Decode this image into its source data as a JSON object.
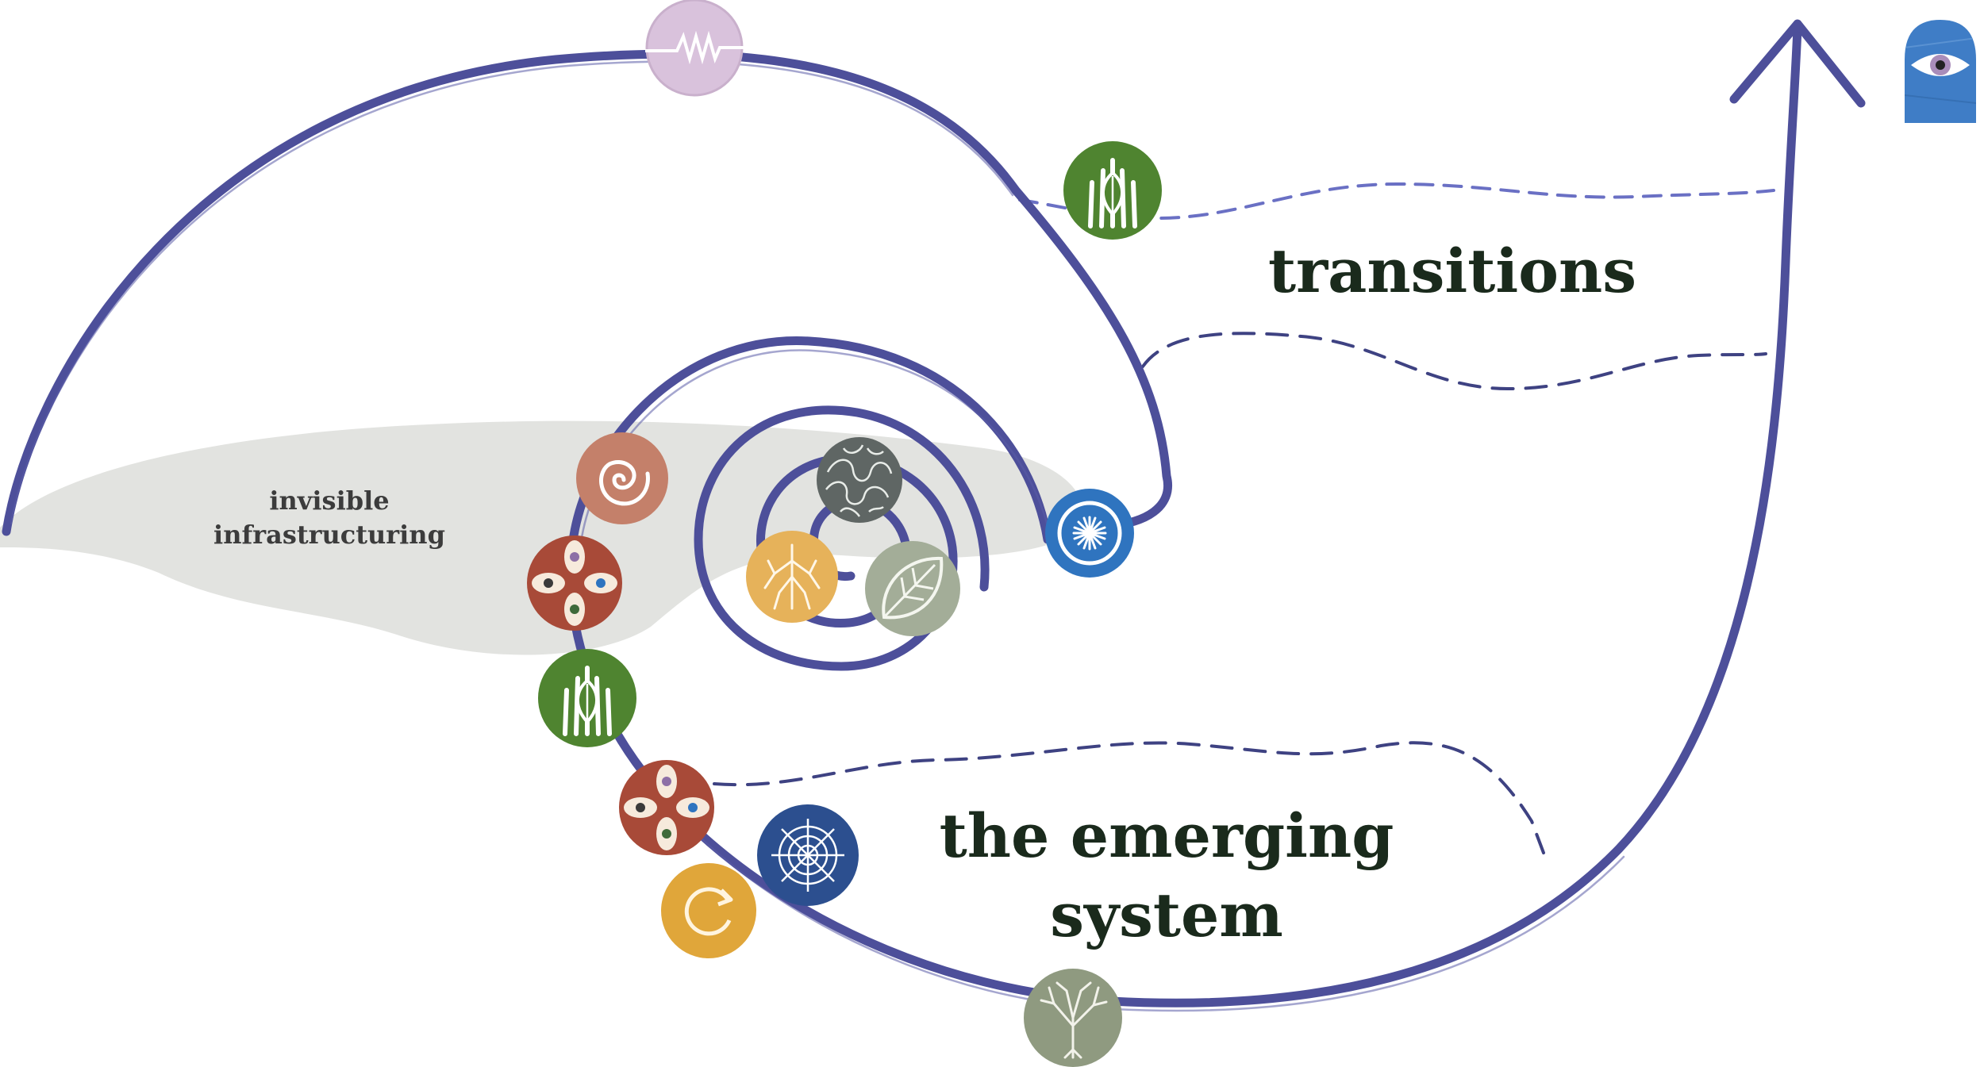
{
  "labels": {
    "transitions": "transitions",
    "emerging_line1": "the emerging",
    "emerging_line2": "system",
    "invisible_line1": "invisible",
    "invisible_line2": "infrastructuring"
  },
  "colors": {
    "path": "#4d4f9a",
    "band_fill": "#e2e3e0",
    "lilac": "#d9c2dc",
    "green": "#4f8430",
    "terracotta": "#c4806a",
    "rust": "#a84a38",
    "blue": "#2f74bf",
    "navy": "#2c4f8f",
    "gold": "#e0a63a",
    "amber": "#e6b25a",
    "sage": "#a3ad98",
    "olive": "#8f9a80",
    "dark_gray": "#5f6664",
    "eye_door": "#3f7dc6"
  },
  "icons": [
    {
      "name": "pulse-wave-icon"
    },
    {
      "name": "hands-leaf-icon"
    },
    {
      "name": "spiral-icon"
    },
    {
      "name": "four-eyes-icon"
    },
    {
      "name": "hands-leaf-icon"
    },
    {
      "name": "four-eyes-icon"
    },
    {
      "name": "spider-web-icon"
    },
    {
      "name": "cycle-arrow-icon"
    },
    {
      "name": "bare-tree-icon"
    },
    {
      "name": "coral-texture-icon"
    },
    {
      "name": "roots-icon"
    },
    {
      "name": "leaf-icon"
    },
    {
      "name": "radial-burst-icon"
    },
    {
      "name": "eye-door-icon"
    }
  ]
}
